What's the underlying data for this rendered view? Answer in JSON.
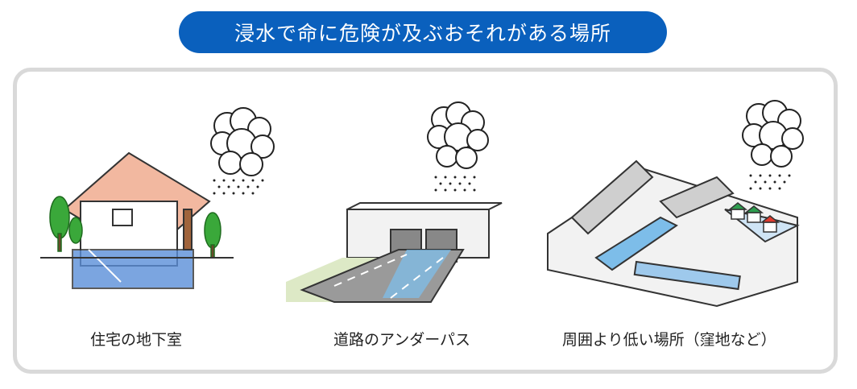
{
  "title": "浸水で命に危険が及ぶおそれがある場所",
  "colors": {
    "title_bg": "#0a60bd",
    "title_text": "#ffffff",
    "panel_border": "#d9d9d9",
    "water": "#5b8fd9",
    "roof": "#f2b8a0",
    "tree": "#3aa83a"
  },
  "places": [
    {
      "caption": "住宅の地下室",
      "icon": "basement-house-illustration"
    },
    {
      "caption": "道路のアンダーパス",
      "icon": "road-underpass-illustration"
    },
    {
      "caption": "周囲より低い場所（窪地など）",
      "icon": "low-lying-area-illustration"
    }
  ]
}
